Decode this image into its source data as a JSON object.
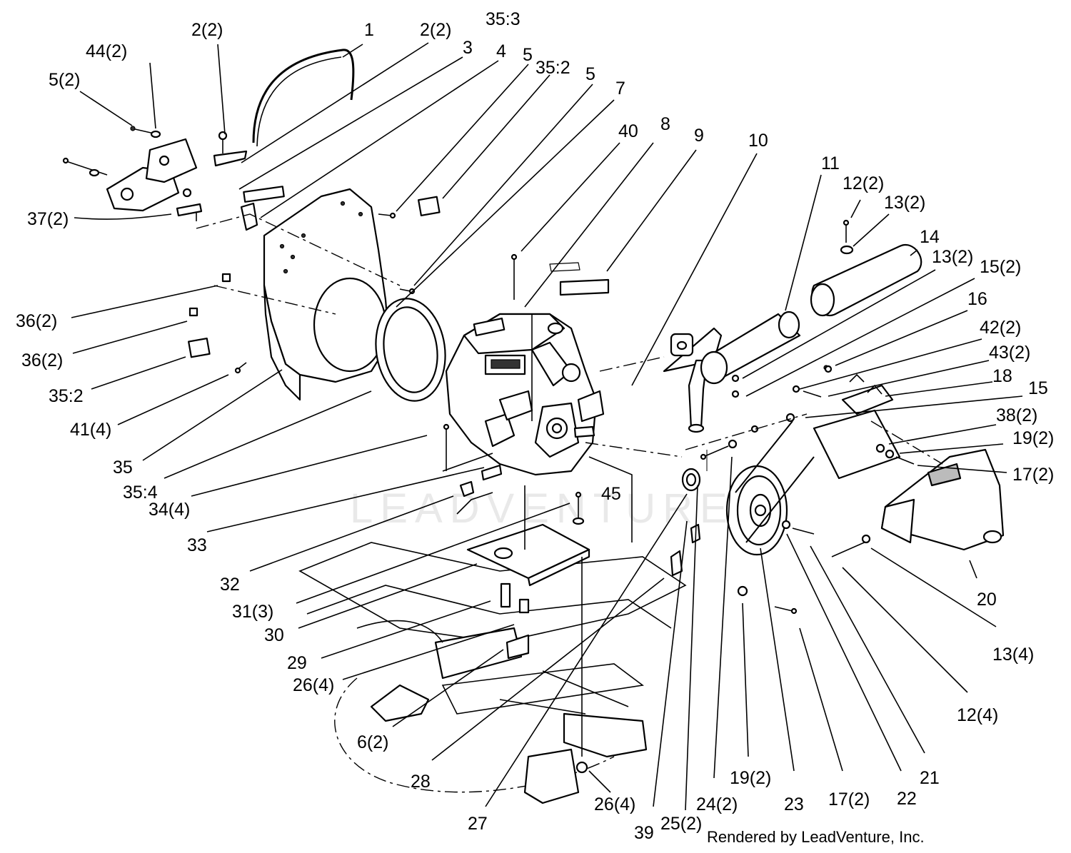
{
  "watermark": "LEADVENTURE",
  "footer": "Rendered by LeadVenture, Inc.",
  "callouts": [
    {
      "id": "c1",
      "text": "1"
    },
    {
      "id": "c2",
      "text": "2(2)"
    },
    {
      "id": "c3",
      "text": "2(2)"
    },
    {
      "id": "c4",
      "text": "35:3"
    },
    {
      "id": "c5",
      "text": "3"
    },
    {
      "id": "c6",
      "text": "4"
    },
    {
      "id": "c7",
      "text": "5"
    },
    {
      "id": "c8",
      "text": "35:2"
    },
    {
      "id": "c9",
      "text": "5"
    },
    {
      "id": "c10",
      "text": "7"
    },
    {
      "id": "c11",
      "text": "44(2)"
    },
    {
      "id": "c12",
      "text": "5(2)"
    },
    {
      "id": "c13",
      "text": "40"
    },
    {
      "id": "c14",
      "text": "8"
    },
    {
      "id": "c15",
      "text": "9"
    },
    {
      "id": "c16",
      "text": "10"
    },
    {
      "id": "c17",
      "text": "11"
    },
    {
      "id": "c18",
      "text": "12(2)"
    },
    {
      "id": "c19",
      "text": "13(2)"
    },
    {
      "id": "c20",
      "text": "14"
    },
    {
      "id": "c21",
      "text": "13(2)"
    },
    {
      "id": "c22",
      "text": "15(2)"
    },
    {
      "id": "c23",
      "text": "16"
    },
    {
      "id": "c24",
      "text": "42(2)"
    },
    {
      "id": "c25",
      "text": "43(2)"
    },
    {
      "id": "c26",
      "text": "18"
    },
    {
      "id": "c27",
      "text": "15"
    },
    {
      "id": "c28",
      "text": "38(2)"
    },
    {
      "id": "c29",
      "text": "19(2)"
    },
    {
      "id": "c30",
      "text": "17(2)"
    },
    {
      "id": "c31",
      "text": "37(2)"
    },
    {
      "id": "c32",
      "text": "36(2)"
    },
    {
      "id": "c33",
      "text": "36(2)"
    },
    {
      "id": "c34",
      "text": "35:2"
    },
    {
      "id": "c35",
      "text": "41(4)"
    },
    {
      "id": "c36",
      "text": "35"
    },
    {
      "id": "c37",
      "text": "35:4"
    },
    {
      "id": "c38",
      "text": "34(4)"
    },
    {
      "id": "c39",
      "text": "33"
    },
    {
      "id": "c40",
      "text": "32"
    },
    {
      "id": "c41",
      "text": "45"
    },
    {
      "id": "c42",
      "text": "31(3)"
    },
    {
      "id": "c43",
      "text": "30"
    },
    {
      "id": "c44",
      "text": "29"
    },
    {
      "id": "c45",
      "text": "26(4)"
    },
    {
      "id": "c46",
      "text": "6(2)"
    },
    {
      "id": "c47",
      "text": "28"
    },
    {
      "id": "c48",
      "text": "27"
    },
    {
      "id": "c49",
      "text": "26(4)"
    },
    {
      "id": "c50",
      "text": "39"
    },
    {
      "id": "c51",
      "text": "25(2)"
    },
    {
      "id": "c52",
      "text": "24(2)"
    },
    {
      "id": "c53",
      "text": "19(2)"
    },
    {
      "id": "c54",
      "text": "23"
    },
    {
      "id": "c55",
      "text": "17(2)"
    },
    {
      "id": "c56",
      "text": "22"
    },
    {
      "id": "c57",
      "text": "21"
    },
    {
      "id": "c58",
      "text": "12(4)"
    },
    {
      "id": "c59",
      "text": "13(4)"
    },
    {
      "id": "c60",
      "text": "20"
    }
  ]
}
